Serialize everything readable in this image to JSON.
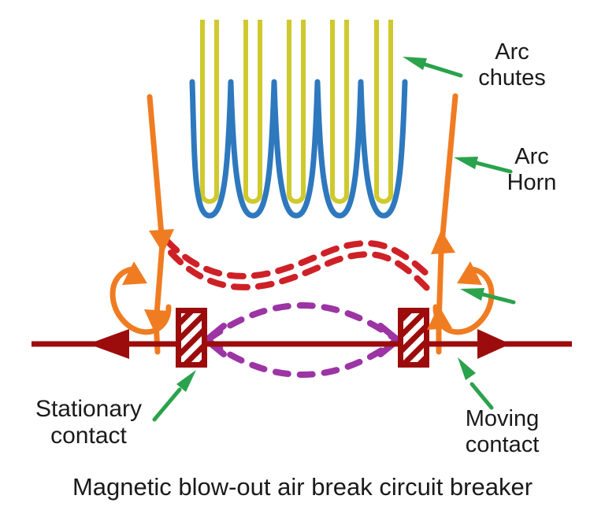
{
  "title": "Magnetic blow-out air break circuit breaker",
  "labels": {
    "arc_chutes": "Arc\nchutes",
    "arc_horn": "Arc\nHorn",
    "stationary_contact": "Stationary\ncontact",
    "moving_contact": "Moving\ncontact"
  },
  "diagram": {
    "type": "schematic",
    "arc_chute_count": 5,
    "components": [
      "arc chutes (yellow splitter plates)",
      "barrier curve (blue scalloped insulator)",
      "left arc horn with downward current arrows and blow-out coil loop",
      "right arc horn with upward current arrows and blow-out coil loop",
      "arc path (red dashed double wavy line between horns)",
      "magnetic flux loop (purple dashed lens between contacts)",
      "main conductor (dark red horizontal line with left and right flow arrows)",
      "stationary contact (hatched rectangle, left)",
      "moving contact (hatched rectangle, right)",
      "green pointer arrows to labels"
    ]
  },
  "colors": {
    "background": "#ffffff",
    "chute_yellow": "#cfc92e",
    "barrier_blue": "#2e78be",
    "horn_orange": "#f07c22",
    "arc_red": "#ce2127",
    "conductor_dark_red": "#9c0c0c",
    "flux_purple": "#9c34a4",
    "pointer_green": "#2ba24c",
    "text_black": "#1a1a1a"
  }
}
